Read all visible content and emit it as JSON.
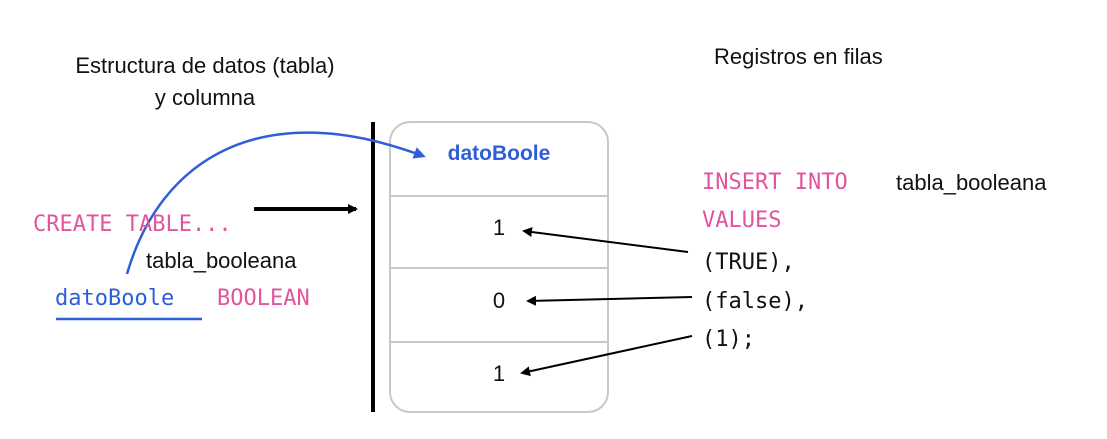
{
  "labels": {
    "left_title_line1": "Estructura de datos (tabla)",
    "left_title_line2": "y columna",
    "right_title": "Registros en filas"
  },
  "create_statement": {
    "keyword": "CREATE TABLE...",
    "table_name": "tabla_booleana",
    "column_name": "datoBoole",
    "column_type": "BOOLEAN"
  },
  "table": {
    "header": "datoBoole",
    "rows": [
      "1",
      "0",
      "1"
    ]
  },
  "insert_statement": {
    "keyword": "INSERT INTO",
    "table_name": "tabla_booleana",
    "values_keyword": "VALUES",
    "values": [
      "(TRUE),",
      "(false),",
      "(1);"
    ]
  },
  "colors": {
    "sql_keyword": "#e0559e",
    "column_blue": "#2f5fd8",
    "text": "#111111",
    "cell_border": "#c8c8c8",
    "line": "#000000"
  }
}
